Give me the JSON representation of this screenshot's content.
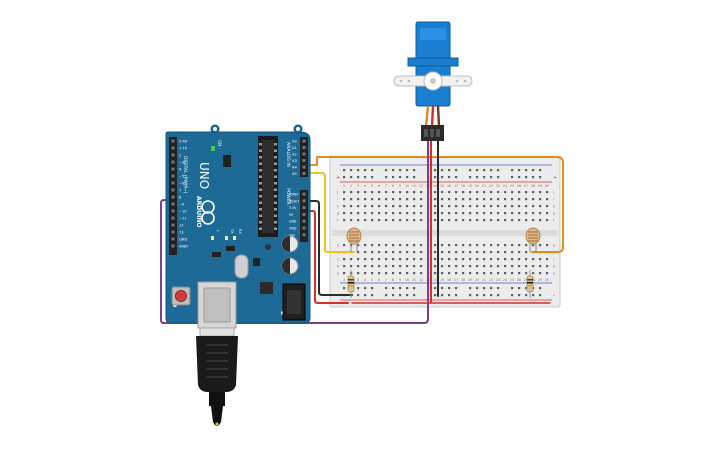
{
  "arduino": {
    "brand": "ARDUINO",
    "model": "UNO",
    "digital_label": "DIGITAL (PWM~)",
    "analog_label": "ANALOG IN",
    "power_label": "POWER",
    "on_label": "ON",
    "tx_label": "TX",
    "rx_label": "RX",
    "l_label": "L",
    "digital_pins": [
      "0 RX",
      "1 TX",
      "2",
      "~3",
      "4",
      "~5",
      "~6",
      "7",
      "8",
      "~9",
      "~10",
      "~11",
      "12",
      "13",
      "GND",
      "AREF"
    ],
    "analog_pins": [
      "A0",
      "A1",
      "A2",
      "A3",
      "A4",
      "A5"
    ],
    "power_pins": [
      "IOREF",
      "RESET",
      "3.3V",
      "5V",
      "GND",
      "GND",
      "VIN"
    ]
  },
  "breadboard": {
    "top_letters": [
      "j",
      "i",
      "h",
      "g",
      "f"
    ],
    "bottom_letters": [
      "e",
      "d",
      "c",
      "b",
      "a"
    ],
    "column_numbers": [
      "1",
      "2",
      "3",
      "4",
      "5",
      "6",
      "7",
      "8",
      "9",
      "10",
      "11",
      "12",
      "13",
      "14",
      "15",
      "16",
      "17",
      "18",
      "19",
      "20",
      "21",
      "22",
      "23",
      "24",
      "25",
      "26",
      "27",
      "28",
      "29",
      "30"
    ],
    "rail_plus": "+",
    "rail_minus": "-"
  },
  "components": {
    "servo": "micro-servo",
    "photoresistors": [
      "ldr-left",
      "ldr-right"
    ],
    "resistors": [
      "resistor-left",
      "resistor-right"
    ]
  },
  "colors": {
    "board_blue": "#1d6a96",
    "wire_orange": "#e38b1d",
    "wire_yellow": "#f0c419",
    "wire_purple": "#7b3f8c",
    "wire_red": "#d62d2d",
    "wire_black": "#2b2b2b",
    "servo_blue": "#1a7fd0",
    "breadboard": "#eeeeee"
  }
}
